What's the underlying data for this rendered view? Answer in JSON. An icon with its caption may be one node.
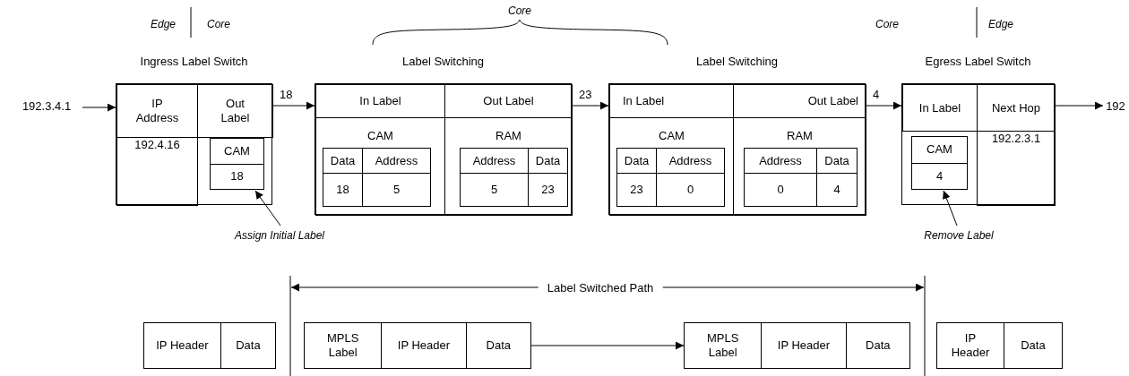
{
  "diagram": {
    "nodes": [
      {
        "text": [
          "192.3.4.1"
        ]
      },
      {
        "text": [
          "Ingress Label Switch"
        ]
      },
      {
        "text": [
          "IP Address"
        ],
        "in": 1
      },
      {
        "text": [
          "Out Label"
        ],
        "in": 1
      },
      {
        "text": [
          "192.4.16"
        ],
        "in": 1
      },
      {
        "text": [
          "CAM",
          "18"
        ],
        "in": 1
      },
      {
        "text": [
          "Label Switching"
        ]
      },
      {
        "text": [
          "In Label"
        ],
        "in": 6
      },
      {
        "text": [
          "Out Label"
        ],
        "in": 6
      },
      {
        "text": [
          "CAM"
        ],
        "in": 6
      },
      {
        "text": [
          "Data",
          "Address",
          "18",
          "5"
        ],
        "in": 9
      },
      {
        "text": [
          "RAM"
        ],
        "in": 6
      },
      {
        "text": [
          "Address",
          "Data",
          "5",
          "23"
        ],
        "in": 11
      },
      {
        "text": [
          "Label Switching"
        ]
      },
      {
        "text": [
          "In Label"
        ],
        "in": 13
      },
      {
        "text": [
          "Out Label"
        ],
        "in": 13
      },
      {
        "text": [
          "CAM"
        ],
        "in": 13
      },
      {
        "text": [
          "Data",
          "Address",
          "23",
          "0"
        ],
        "in": 16
      },
      {
        "text": [
          "RAM"
        ],
        "in": 13
      },
      {
        "text": [
          "Address",
          "Data",
          "0",
          "4"
        ],
        "in": 18
      },
      {
        "text": [
          "Egress Label Switch"
        ]
      },
      {
        "text": [
          "In Label"
        ],
        "in": 20
      },
      {
        "text": [
          "Next Hop"
        ],
        "in": 20
      },
      {
        "text": [
          "CAM",
          "4"
        ],
        "in": 20
      },
      {
        "text": [
          "192.2.3.1"
        ],
        "in": 20
      },
      {
        "text": [
          "192"
        ]
      },
      {
        "text": [
          "Assign Initial Label"
        ]
      },
      {
        "text": [
          "Remove Label"
        ]
      },
      {
        "text": [
          "IP Header",
          "Data"
        ]
      },
      {
        "text": [
          "MPLS Label",
          "IP Header",
          "Data"
        ]
      },
      {
        "text": [
          "MPLS Label",
          "IP Header",
          "Data"
        ]
      },
      {
        "text": [
          "IP Header",
          "Data"
        ]
      }
    ],
    "edges": [
      {
        "from": 0,
        "to": 1,
        "arrow": "to"
      },
      {
        "from": 1,
        "to": 6,
        "arrow": "to",
        "label": "18"
      },
      {
        "from": 6,
        "to": 13,
        "arrow": "to",
        "label": "23"
      },
      {
        "from": 13,
        "to": 20,
        "arrow": "to",
        "label": "4"
      },
      {
        "from": 20,
        "to": 25,
        "arrow": "to"
      },
      {
        "from": 26,
        "to": 5,
        "arrow": "to"
      },
      {
        "from": 27,
        "to": 23,
        "arrow": "to"
      },
      {
        "from": 29,
        "to": 30,
        "arrow": "to"
      }
    ],
    "labels": [
      "Edge",
      "Core",
      "Core",
      "Core",
      "Edge",
      "Label Switched Path"
    ]
  }
}
